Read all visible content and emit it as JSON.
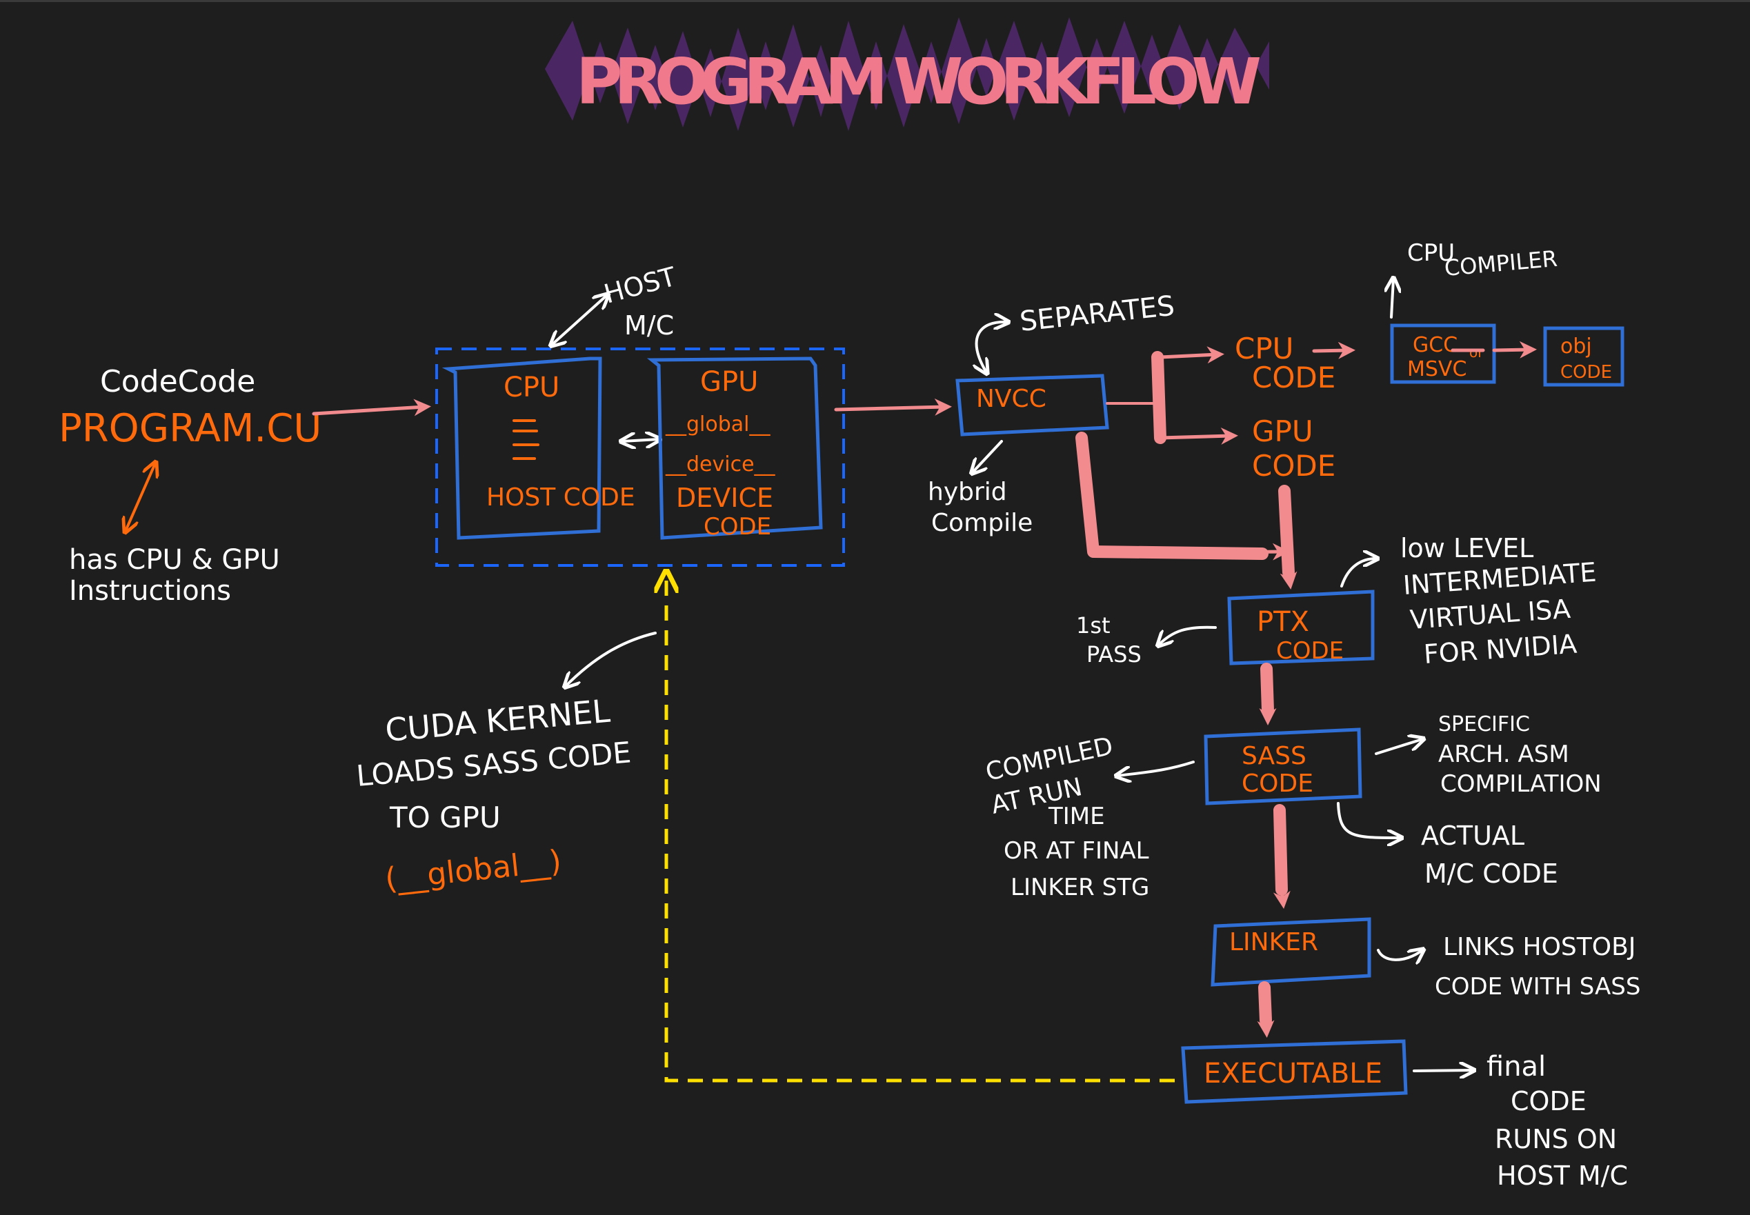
{
  "title": "PROGRAM WORKFLOW",
  "colors": {
    "background": "#1e1e1e",
    "title_text": "#f07a8c",
    "title_highlight": "#5a2a7a",
    "node_text": "#ff6a0d",
    "note_text": "#ffffff",
    "box_border": "#2f6fd6",
    "flow_arrow": "#f28b8e",
    "kernel_path": "#ffe000"
  },
  "source": {
    "caption": "CodeCode",
    "file": "PROGRAM.CU",
    "note_lines": [
      "has CPU & GPU",
      "Instructions"
    ]
  },
  "host_machine": {
    "label_lines": [
      "HOST",
      "M/C"
    ],
    "cpu": {
      "title": "CPU",
      "body": "HOST CODE"
    },
    "gpu": {
      "title": "GPU",
      "lines": [
        "__global__",
        "__device__"
      ],
      "body_lines": [
        "DEVICE",
        "CODE"
      ]
    }
  },
  "nvcc": {
    "label": "NVCC",
    "note_top": "SEPARATES",
    "note_bottom_lines": [
      "hybrid",
      "Compile"
    ]
  },
  "cpu_branch": {
    "code_lines": [
      "CPU",
      "CODE"
    ],
    "compiler_lines": [
      "GCC",
      "MSVC"
    ],
    "or_label": "or",
    "compiler_note_lines": [
      "CPU",
      "COMPILER"
    ],
    "obj_lines": [
      "obj",
      "CODE"
    ]
  },
  "gpu_branch": {
    "code_lines": [
      "GPU",
      "CODE"
    ]
  },
  "ptx": {
    "label_lines": [
      "PTX",
      "CODE"
    ],
    "pass_note": [
      "1st",
      "PASS"
    ],
    "note_lines": [
      "low LEVEL",
      "INTERMEDIATE",
      "VIRTUAL ISA",
      "FOR NVIDIA"
    ]
  },
  "sass": {
    "label_lines": [
      "SASS",
      "CODE"
    ],
    "left_note_lines": [
      "COMPILED",
      "AT RUN",
      "TIME",
      "OR AT FINAL",
      "LINKER STG"
    ],
    "right_note_lines": [
      "SPECIFIC",
      "ARCH. ASM",
      "COMPILATION"
    ],
    "bottom_note_lines": [
      "ACTUAL",
      "M/C CODE"
    ]
  },
  "linker": {
    "label": "LINKER",
    "note_lines": [
      "LINKS HOSTOBJ",
      "CODE WITH SASS"
    ]
  },
  "executable": {
    "label": "EXECUTABLE",
    "note_lines": [
      "final",
      "CODE",
      "RUNS ON",
      "HOST M/C"
    ]
  },
  "kernel_note": {
    "lines": [
      "CUDA KERNEL",
      "LOADS SASS CODE",
      "TO GPU"
    ],
    "qualifier": "(__global__)"
  }
}
